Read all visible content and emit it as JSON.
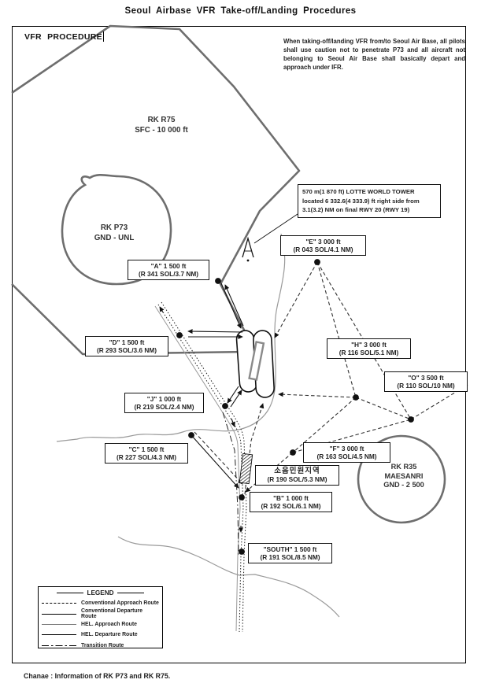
{
  "title": "Seoul  Airbase  VFR  Take-off/Landing  Procedures",
  "map": {
    "procedure_label": "VFR  PROCEDURE",
    "note": "When taking-off/landing VFR from/to Seoul Air Base, all pilots shall use caution not to penetrate P73 and all aircraft not belonging to Seoul Air Base shall basically depart and approach under IFR.",
    "areas": {
      "r75": {
        "line1": "RK R75",
        "line2": "SFC - 10 000 ft"
      },
      "p73": {
        "line1": "RK P73",
        "line2": "GND - UNL"
      },
      "r35": {
        "line1": "RK R35",
        "line2": "MAESANRI",
        "line3": "GND - 2 500"
      }
    },
    "obstacle_note": {
      "line1": "570 m(1 870 ft) LOTTE WORLD TOWER",
      "line2": "located 6 332.6(4 333.9) ft right side from",
      "line3": "3.1(3.2) NM on final RWY 20 (RWY 19)"
    },
    "waypoints": [
      {
        "id": "A",
        "line1": "\"A\" 1 500 ft",
        "line2": "(R 341 SOL/3.7 NM)"
      },
      {
        "id": "D",
        "line1": "\"D\" 1 500 ft",
        "line2": "(R 293 SOL/3.6 NM)"
      },
      {
        "id": "E",
        "line1": "\"E\" 3 000 ft",
        "line2": "(R 043 SOL/4.1 NM)"
      },
      {
        "id": "H",
        "line1": "\"H\" 3 000 ft",
        "line2": "(R 116 SOL/5.1 NM)"
      },
      {
        "id": "O",
        "line1": "\"O\" 3 500 ft",
        "line2": "(R 110 SOL/10 NM)"
      },
      {
        "id": "J",
        "line1": "\"J\" 1 000 ft",
        "line2": "(R 219 SOL/2.4 NM)"
      },
      {
        "id": "C",
        "line1": "\"C\" 1 500 ft",
        "line2": "(R 227 SOL/4.3 NM)"
      },
      {
        "id": "F",
        "line1": "\"F\" 3 000 ft",
        "line2": "(R 163 SOL/4.5 NM)"
      },
      {
        "id": "B",
        "line1": "\"B\" 1 000 ft",
        "line2": "(R 192 SOL/6.1 NM)"
      },
      {
        "id": "SOUTH",
        "line1": "\"SOUTH\" 1 500 ft",
        "line2": "(R 191 SOL/8.5 NM)"
      }
    ],
    "noise_area": {
      "line1": "소음민원지역",
      "line2": "(R 190 SOL/5.3 NM)"
    }
  },
  "legend": {
    "title": "LEGEND",
    "items": [
      {
        "style": "dashed",
        "label": "Conventional Approach Route"
      },
      {
        "style": "solid",
        "label": "Conventional Departure Route"
      },
      {
        "style": "thin",
        "label": "HEL. Approach Route"
      },
      {
        "style": "solid",
        "label": "HEL. Departure Route"
      },
      {
        "style": "dash-dot",
        "label": "Transition Route"
      }
    ]
  },
  "caption": "Chanae : Information of RK P73 and RK R75.",
  "colors": {
    "boundary": "#6e6e6e",
    "ink": "#111111",
    "water": "#9a9a9a"
  }
}
